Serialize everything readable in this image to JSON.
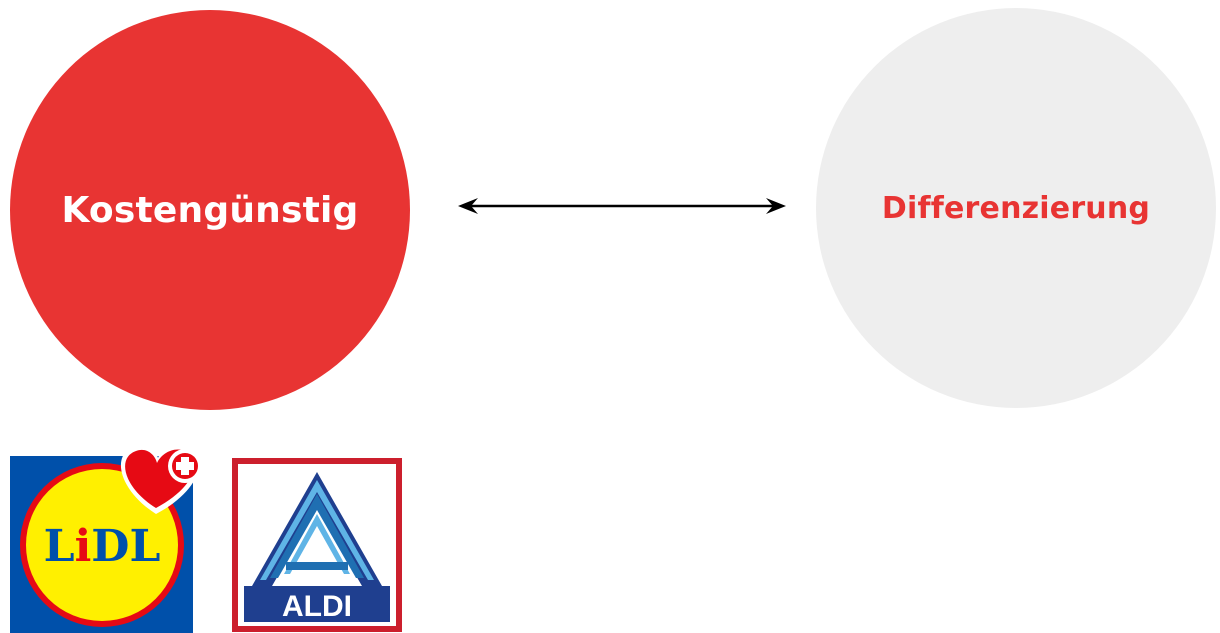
{
  "left_node": {
    "label": "Kostengünstig",
    "fill_color": "#e83433",
    "text_color": "#ffffff"
  },
  "right_node": {
    "label": "Differenzierung",
    "fill_color": "#eeeeee",
    "text_color": "#e83433"
  },
  "connector": {
    "type": "double-headed-arrow",
    "color": "#000000"
  },
  "logos": [
    {
      "name": "lidl-logo",
      "text": "LIDL",
      "colors": {
        "blue": "#0050aa",
        "yellow": "#fff000",
        "red": "#e60a14"
      }
    },
    {
      "name": "aldi-logo",
      "text": "ALDI",
      "colors": {
        "frame": "#cc1f2d",
        "blue": "#1f6fb2",
        "light_blue": "#5fb4e6"
      }
    }
  ]
}
